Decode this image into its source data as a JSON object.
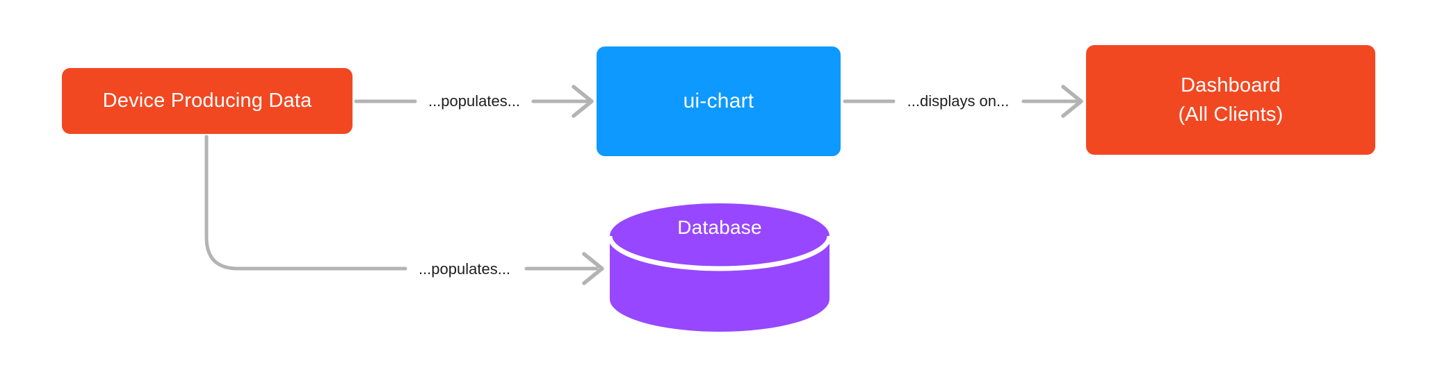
{
  "diagram": {
    "background_color": "#FFFFFF",
    "nodes": {
      "device": {
        "label": "Device Producing Data",
        "shape": "rounded-rectangle",
        "fill_color": "#F24822",
        "text_color": "#FFFFFF"
      },
      "ui_chart": {
        "label": "ui-chart",
        "shape": "rounded-rectangle",
        "fill_color": "#0D99FF",
        "text_color": "#FFFFFF"
      },
      "dashboard": {
        "label_line1": "Dashboard",
        "label_line2": "(All Clients)",
        "shape": "rounded-rectangle",
        "fill_color": "#F24822",
        "text_color": "#FFFFFF"
      },
      "database": {
        "label": "Database",
        "shape": "cylinder",
        "fill_color": "#9747FF",
        "text_color": "#FFFFFF"
      }
    },
    "connectors": [
      {
        "from": "device",
        "to": "ui_chart",
        "label": "...populates...",
        "line_color": "#B3B3B3",
        "label_color": "#1E1E1E",
        "style": "straight-arrow"
      },
      {
        "from": "ui_chart",
        "to": "dashboard",
        "label": "...displays on...",
        "line_color": "#B3B3B3",
        "label_color": "#1E1E1E",
        "style": "straight-arrow"
      },
      {
        "from": "device",
        "to": "database",
        "label": "...populates...",
        "line_color": "#B3B3B3",
        "label_color": "#1E1E1E",
        "style": "elbow-arrow"
      }
    ]
  }
}
